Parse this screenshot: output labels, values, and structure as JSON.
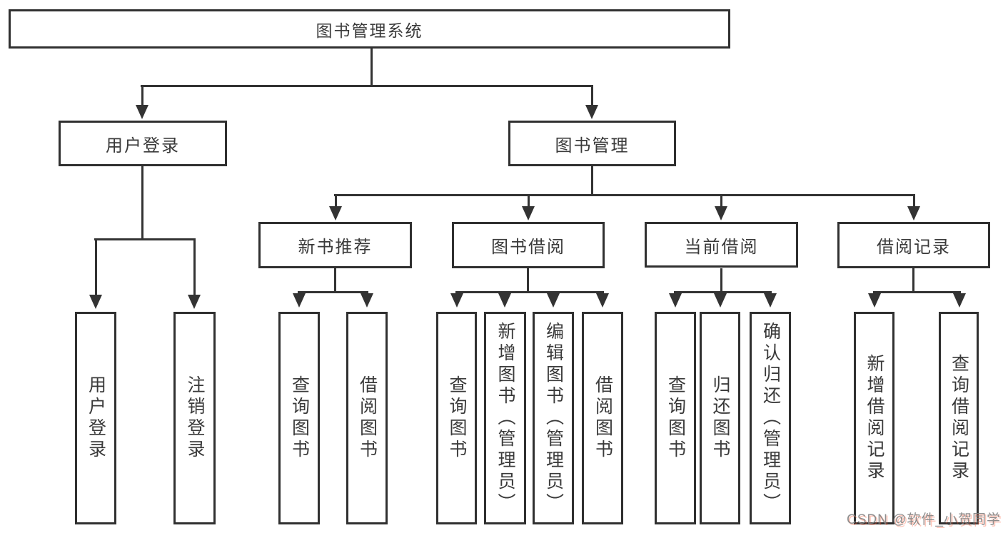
{
  "diagram": {
    "tree": {
      "root": "图书管理系统",
      "login": {
        "label": "用户登录",
        "children": [
          "用户登录",
          "注销登录"
        ]
      },
      "mgmt": {
        "label": "图书管理"
      },
      "recommend": {
        "label": "新书推荐",
        "children": [
          "查询图书",
          "借阅图书"
        ]
      },
      "borrow": {
        "label": "图书借阅",
        "children": [
          "查询图书",
          "新增图书（管理员）",
          "编辑图书（管理员）",
          "借阅图书"
        ]
      },
      "current": {
        "label": "当前借阅",
        "children": [
          "查询图书",
          "归还图书",
          "确认归还（管理员）"
        ]
      },
      "record": {
        "label": "借阅记录",
        "children": [
          "新增借阅记录",
          "查询借阅记录"
        ]
      }
    },
    "colors": {
      "line": "#333333",
      "border": "#303030",
      "text": "#3a3a3a",
      "watermark_gray": "#808080",
      "watermark_red": "#fc5531"
    },
    "watermark": "CSDN @软件_小贺同学"
  }
}
